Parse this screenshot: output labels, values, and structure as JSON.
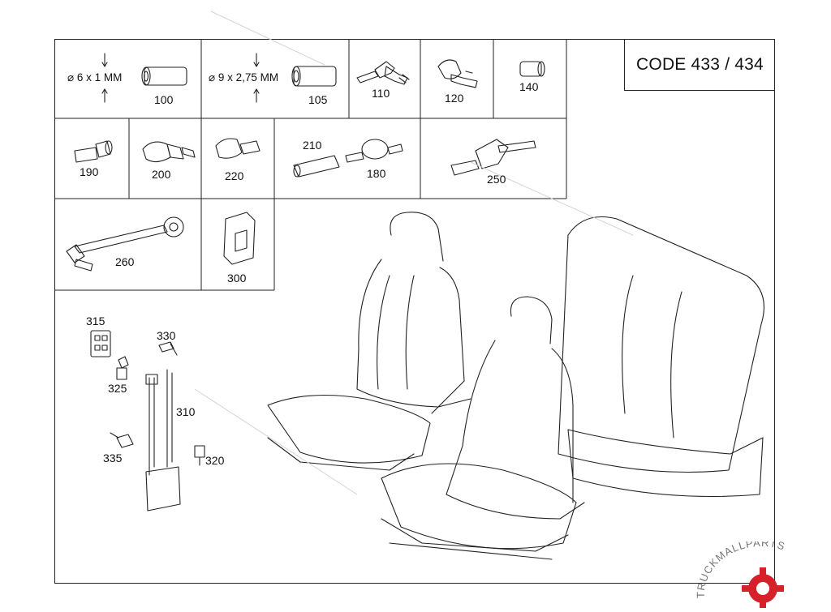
{
  "header": {
    "code_label": "CODE 433 / 434"
  },
  "tubes": {
    "dim_100": "⌀ 6 x 1 MM",
    "dim_105": "⌀ 9 x 2,75 MM"
  },
  "part_numbers": {
    "p100": "100",
    "p105": "105",
    "p110": "110",
    "p120": "120",
    "p140": "140",
    "p190": "190",
    "p200": "200",
    "p220": "220",
    "p210": "210",
    "p180": "180",
    "p250": "250",
    "p260": "260",
    "p300": "300",
    "p315": "315",
    "p330": "330",
    "p325": "325",
    "p310": "310",
    "p335": "335",
    "p320": "320"
  },
  "watermark": {
    "brand_text": "TRUCKMALLPARTS"
  },
  "colors": {
    "line": "#222222",
    "logo_red": "#d6202a",
    "logo_gray": "#777777",
    "watermark": "#cfcfcf"
  }
}
